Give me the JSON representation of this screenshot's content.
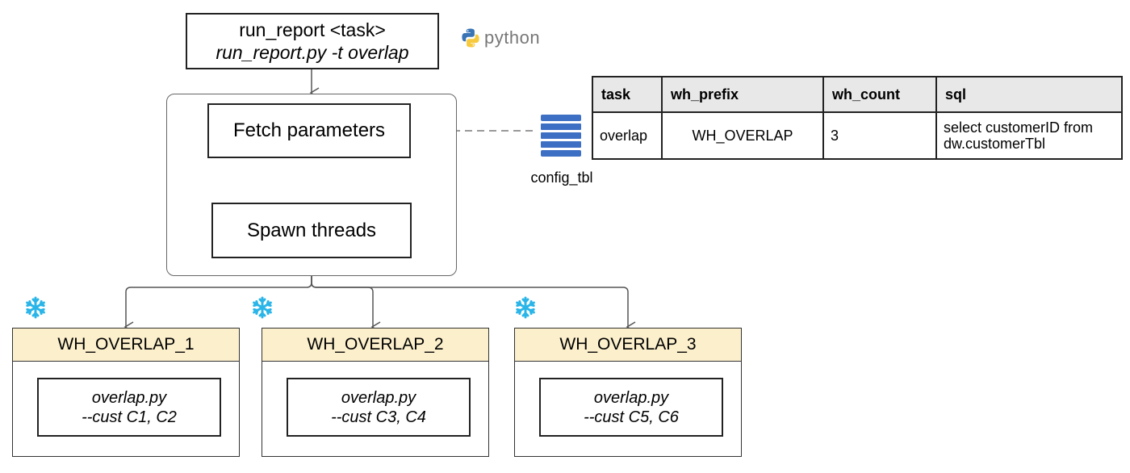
{
  "title_box": {
    "line1": "run_report <task>",
    "line2": "run_report.py -t overlap"
  },
  "python_logo_text": "python",
  "steps": {
    "fetch": "Fetch parameters",
    "spawn": "Spawn threads"
  },
  "config": {
    "label": "config_tbl",
    "headers": [
      "task",
      "wh_prefix",
      "wh_count",
      "sql"
    ],
    "row": {
      "task": "overlap",
      "wh_prefix": "WH_OVERLAP",
      "wh_count": "3",
      "sql_line1": "select customerID from",
      "sql_line2": "dw.customerTbl"
    }
  },
  "warehouses": [
    {
      "name": "WH_OVERLAP_1",
      "script": "overlap.py",
      "args": "--cust C1, C2"
    },
    {
      "name": "WH_OVERLAP_2",
      "script": "overlap.py",
      "args": "--cust C3, C4"
    },
    {
      "name": "WH_OVERLAP_3",
      "script": "overlap.py",
      "args": "--cust C5, C6"
    }
  ],
  "colors": {
    "snowflake": "#29b5e8",
    "warehouse_header": "#fbefcc",
    "table_header": "#e8e8e8",
    "db_icon": "#3d6fc4"
  },
  "icons": {
    "python": "python-logo-icon",
    "database": "database-icon",
    "snowflake": "snowflake-icon"
  }
}
